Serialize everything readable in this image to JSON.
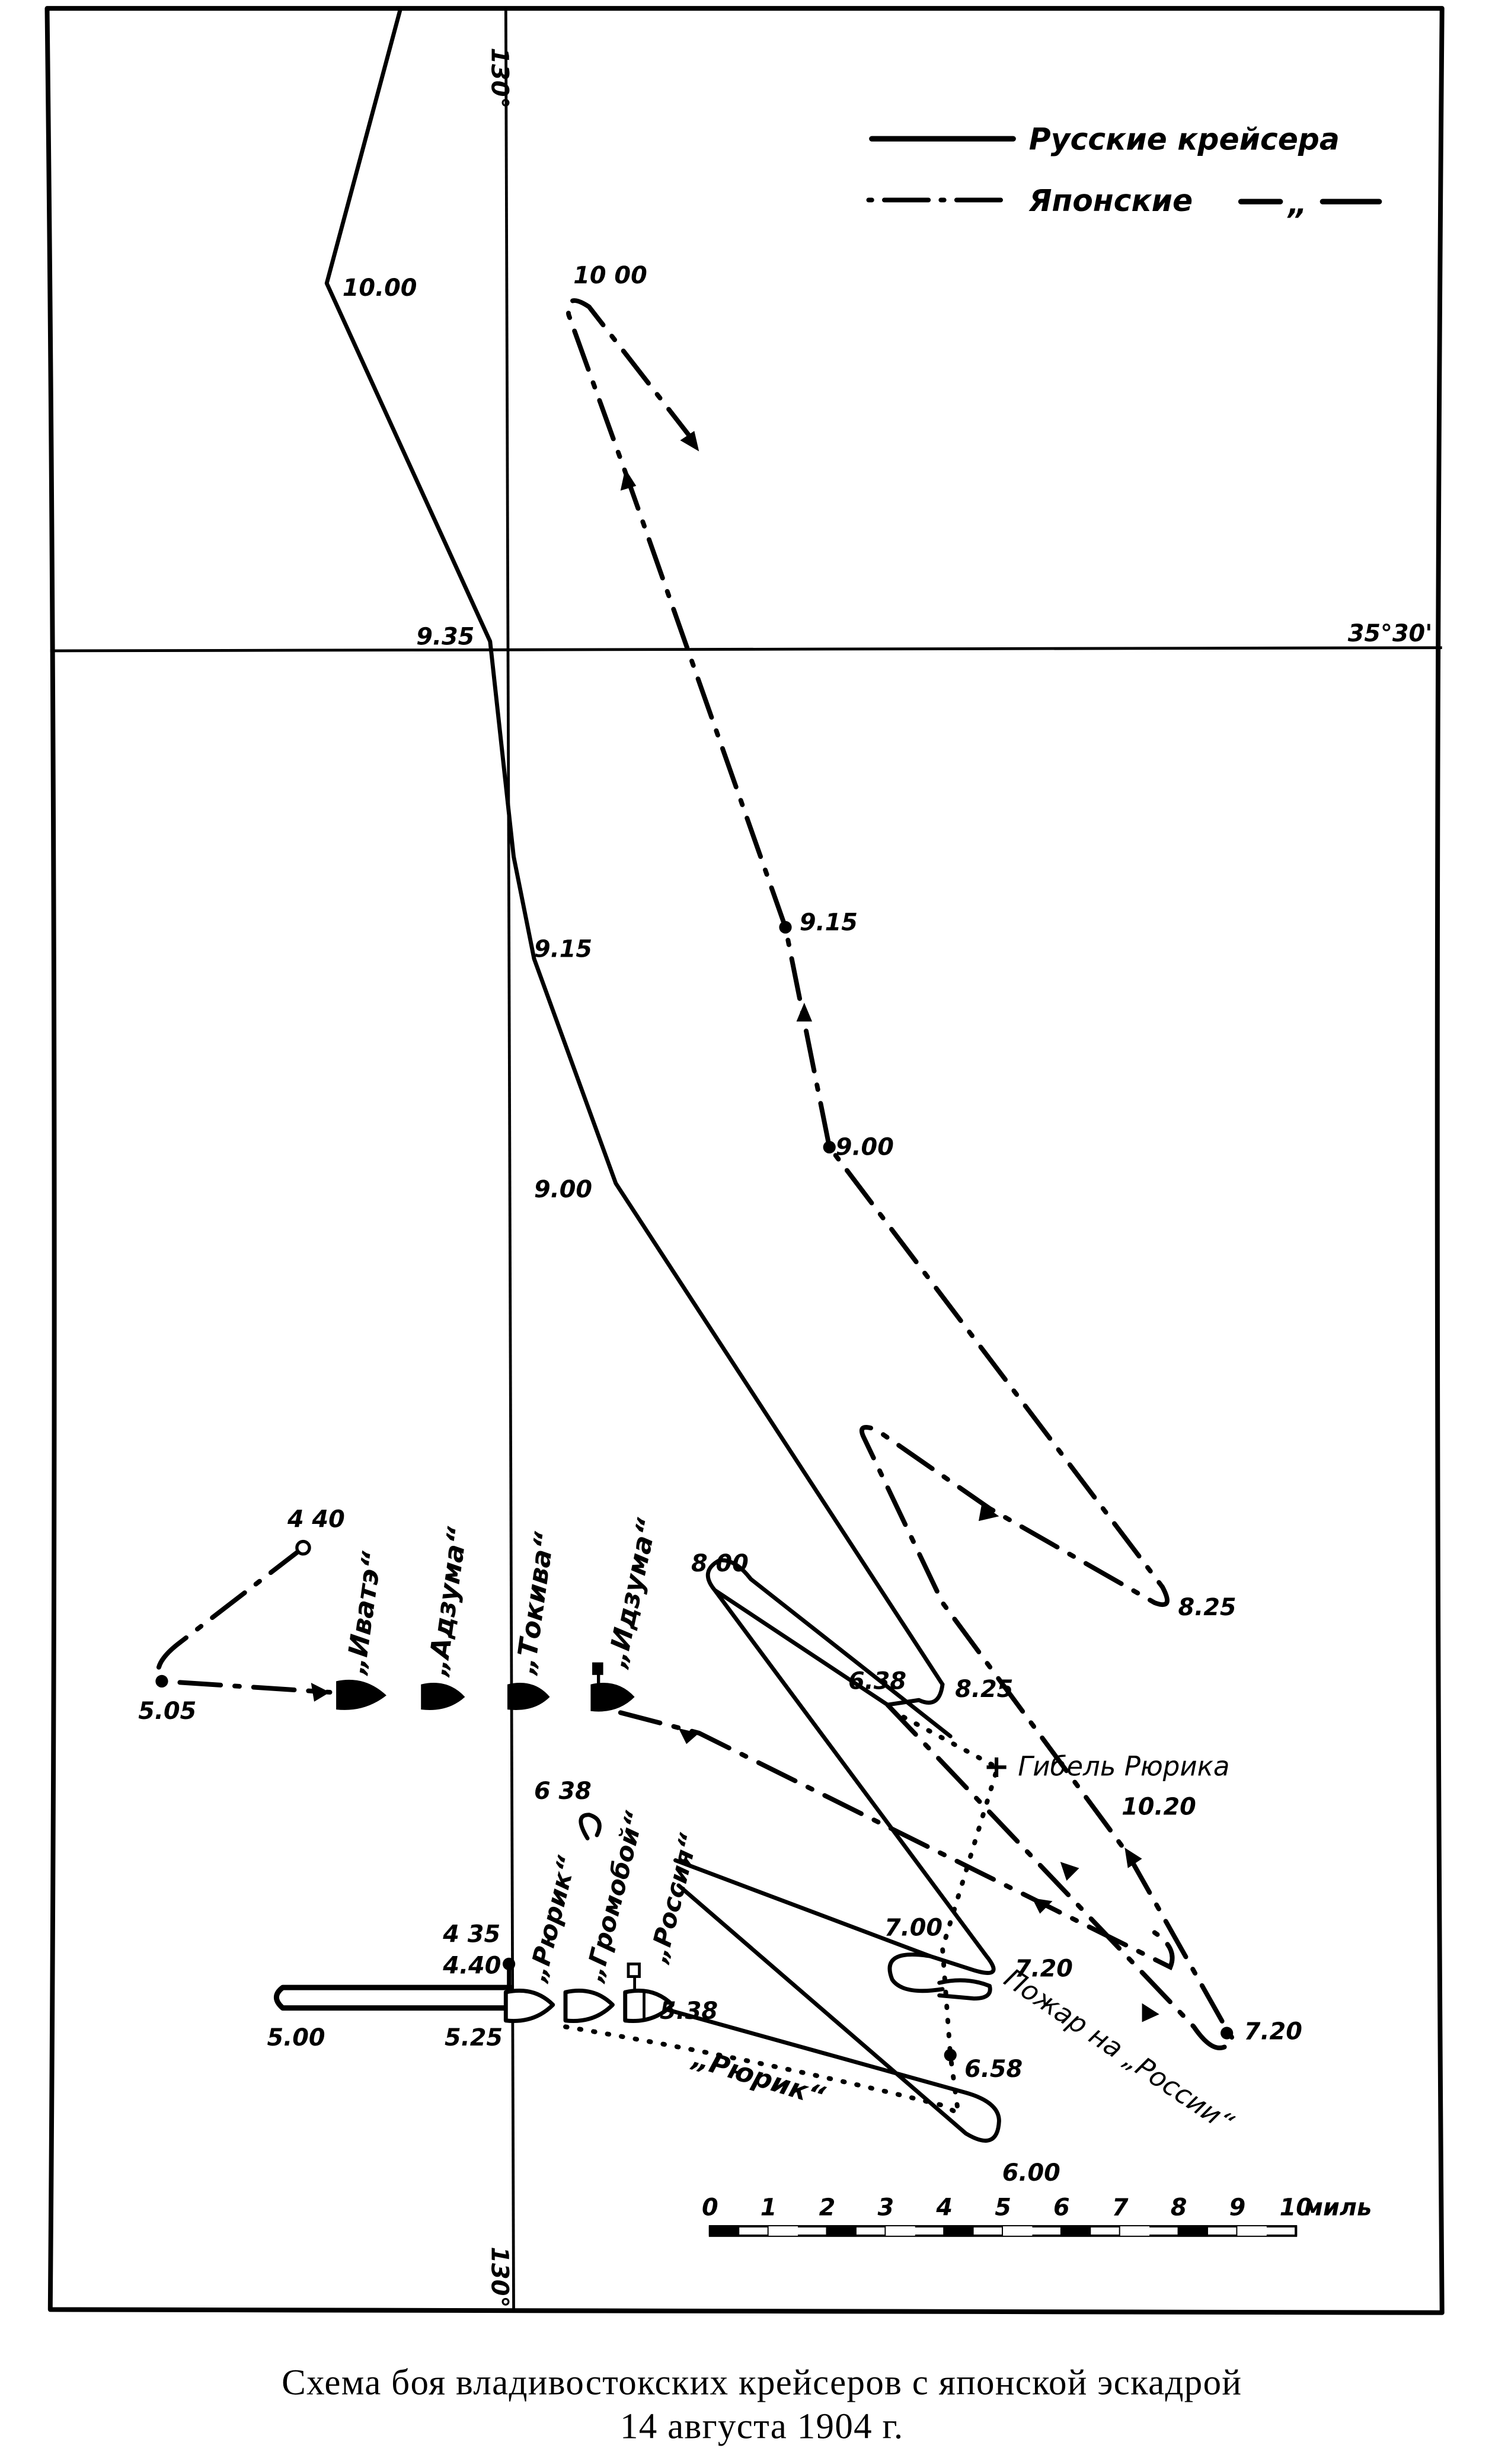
{
  "legend": {
    "russian": "Русские крейсера",
    "japanese": "Японские",
    "ditto": "„"
  },
  "grid": {
    "meridian_top": "130°",
    "meridian_bottom": "130°",
    "parallel": "35°30'"
  },
  "russian_times": {
    "t1000": "10.00",
    "t935": "9.35",
    "t915": "9.15",
    "t900": "9.00",
    "t800": "8 00",
    "t825": "8.25",
    "t638a": "6.38",
    "t638b": "6 38",
    "t700": "7.00",
    "t720": "7.20",
    "t600": "6.00",
    "t538": "5.38",
    "t435": "4 35",
    "t440": "4.40",
    "t500": "5.00",
    "t525": "5.25",
    "t658": "6.58"
  },
  "japanese_times": {
    "t1000": "10 00",
    "t915": "9.15",
    "t900": "9.00",
    "t825": "8.25",
    "t1020": "10.20",
    "t720": "7.20",
    "t440": "4 40",
    "t505": "5.05"
  },
  "ships": {
    "japanese": [
      "„Иватэ“",
      "„Адзума“",
      "„Токива“",
      "„Идзума“"
    ],
    "russian": [
      "„Рюрик“",
      "„Громобой“",
      "„Россия“"
    ],
    "rurik_track": "„Рюрик“"
  },
  "annotations": {
    "rurik_loss": "Гибель Рюрика",
    "rossia_fire": "Пожар на „России“"
  },
  "scale": {
    "ticks": [
      "0",
      "1",
      "2",
      "3",
      "4",
      "5",
      "6",
      "7",
      "8",
      "9",
      "10"
    ],
    "unit": "миль"
  },
  "caption": {
    "line1": "Схема боя владивостокских крейсеров с японской эскадрой",
    "line2": "14 августа 1904 г."
  }
}
